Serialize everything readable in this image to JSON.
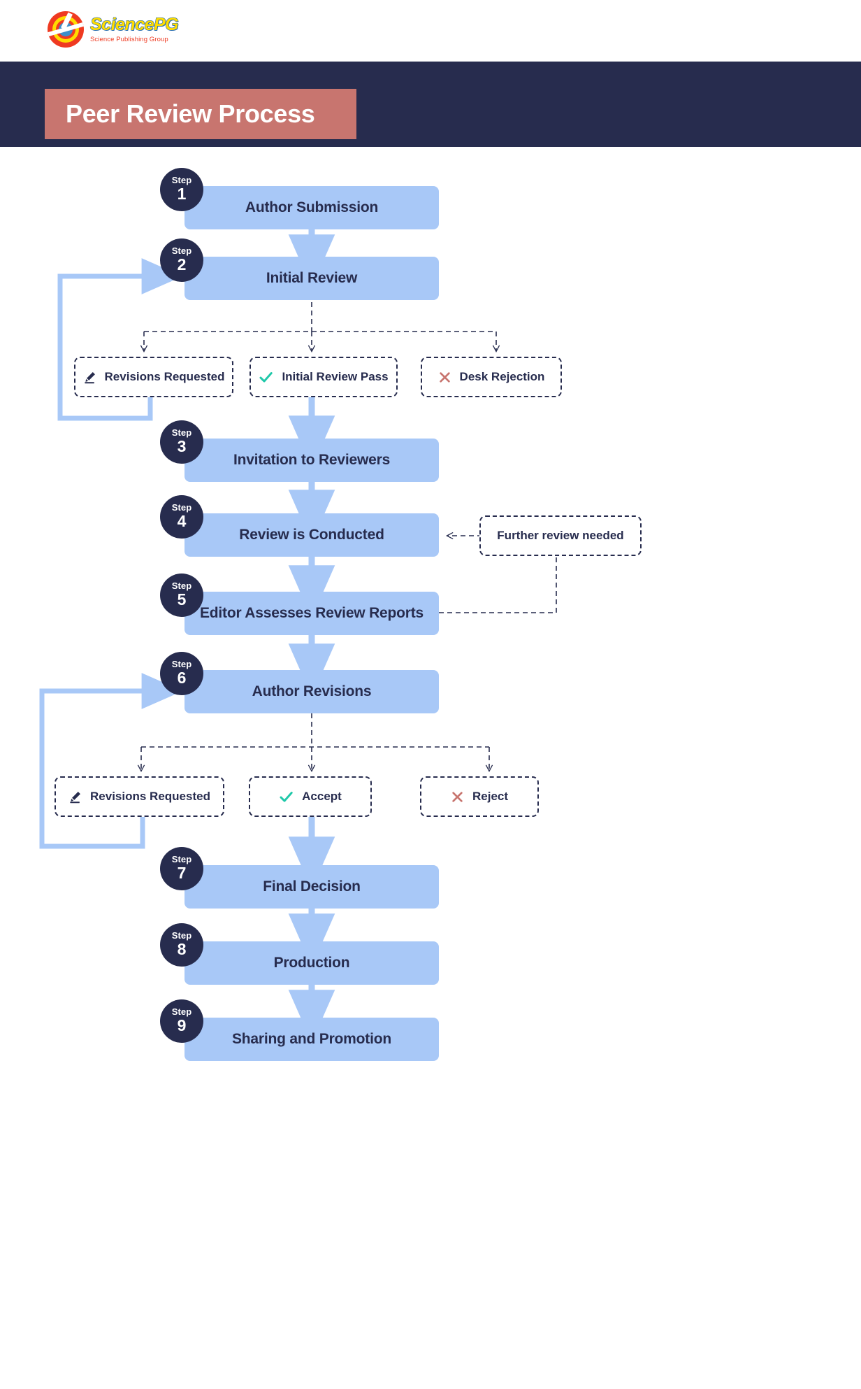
{
  "brand": {
    "logo_icon": "sciencepg-circle-logo",
    "name": "SciencePG",
    "tagline": "Science Publishing Group"
  },
  "header": {
    "title": "Peer Review Process"
  },
  "colors": {
    "navy": "#272c4e",
    "chip_rose": "#c8756f",
    "node_blue": "#a8c8f7",
    "arrow_blue": "#a8c8f7",
    "accept_green": "#1fc8a9",
    "reject_red": "#c8756f"
  },
  "steps": [
    {
      "badge_word": "Step",
      "badge_number": "1",
      "label": "Author Submission"
    },
    {
      "badge_word": "Step",
      "badge_number": "2",
      "label": "Initial Review"
    },
    {
      "badge_word": "Step",
      "badge_number": "3",
      "label": "Invitation to Reviewers"
    },
    {
      "badge_word": "Step",
      "badge_number": "4",
      "label": "Review is Conducted"
    },
    {
      "badge_word": "Step",
      "badge_number": "5",
      "label": "Editor Assesses Review Reports"
    },
    {
      "badge_word": "Step",
      "badge_number": "6",
      "label": "Author Revisions"
    },
    {
      "badge_word": "Step",
      "badge_number": "7",
      "label": "Final Decision"
    },
    {
      "badge_word": "Step",
      "badge_number": "8",
      "label": "Production"
    },
    {
      "badge_word": "Step",
      "badge_number": "9",
      "label": "Sharing and Promotion"
    }
  ],
  "branch_one": [
    {
      "icon": "pencil-icon",
      "label": "Revisions Requested"
    },
    {
      "icon": "check-icon",
      "label": "Initial Review Pass"
    },
    {
      "icon": "cross-icon",
      "label": "Desk Rejection"
    }
  ],
  "branch_two": [
    {
      "icon": "pencil-icon",
      "label": "Revisions Requested"
    },
    {
      "icon": "check-icon",
      "label": "Accept"
    },
    {
      "icon": "cross-icon",
      "label": "Reject"
    }
  ],
  "side_note": {
    "label": "Further review needed"
  }
}
